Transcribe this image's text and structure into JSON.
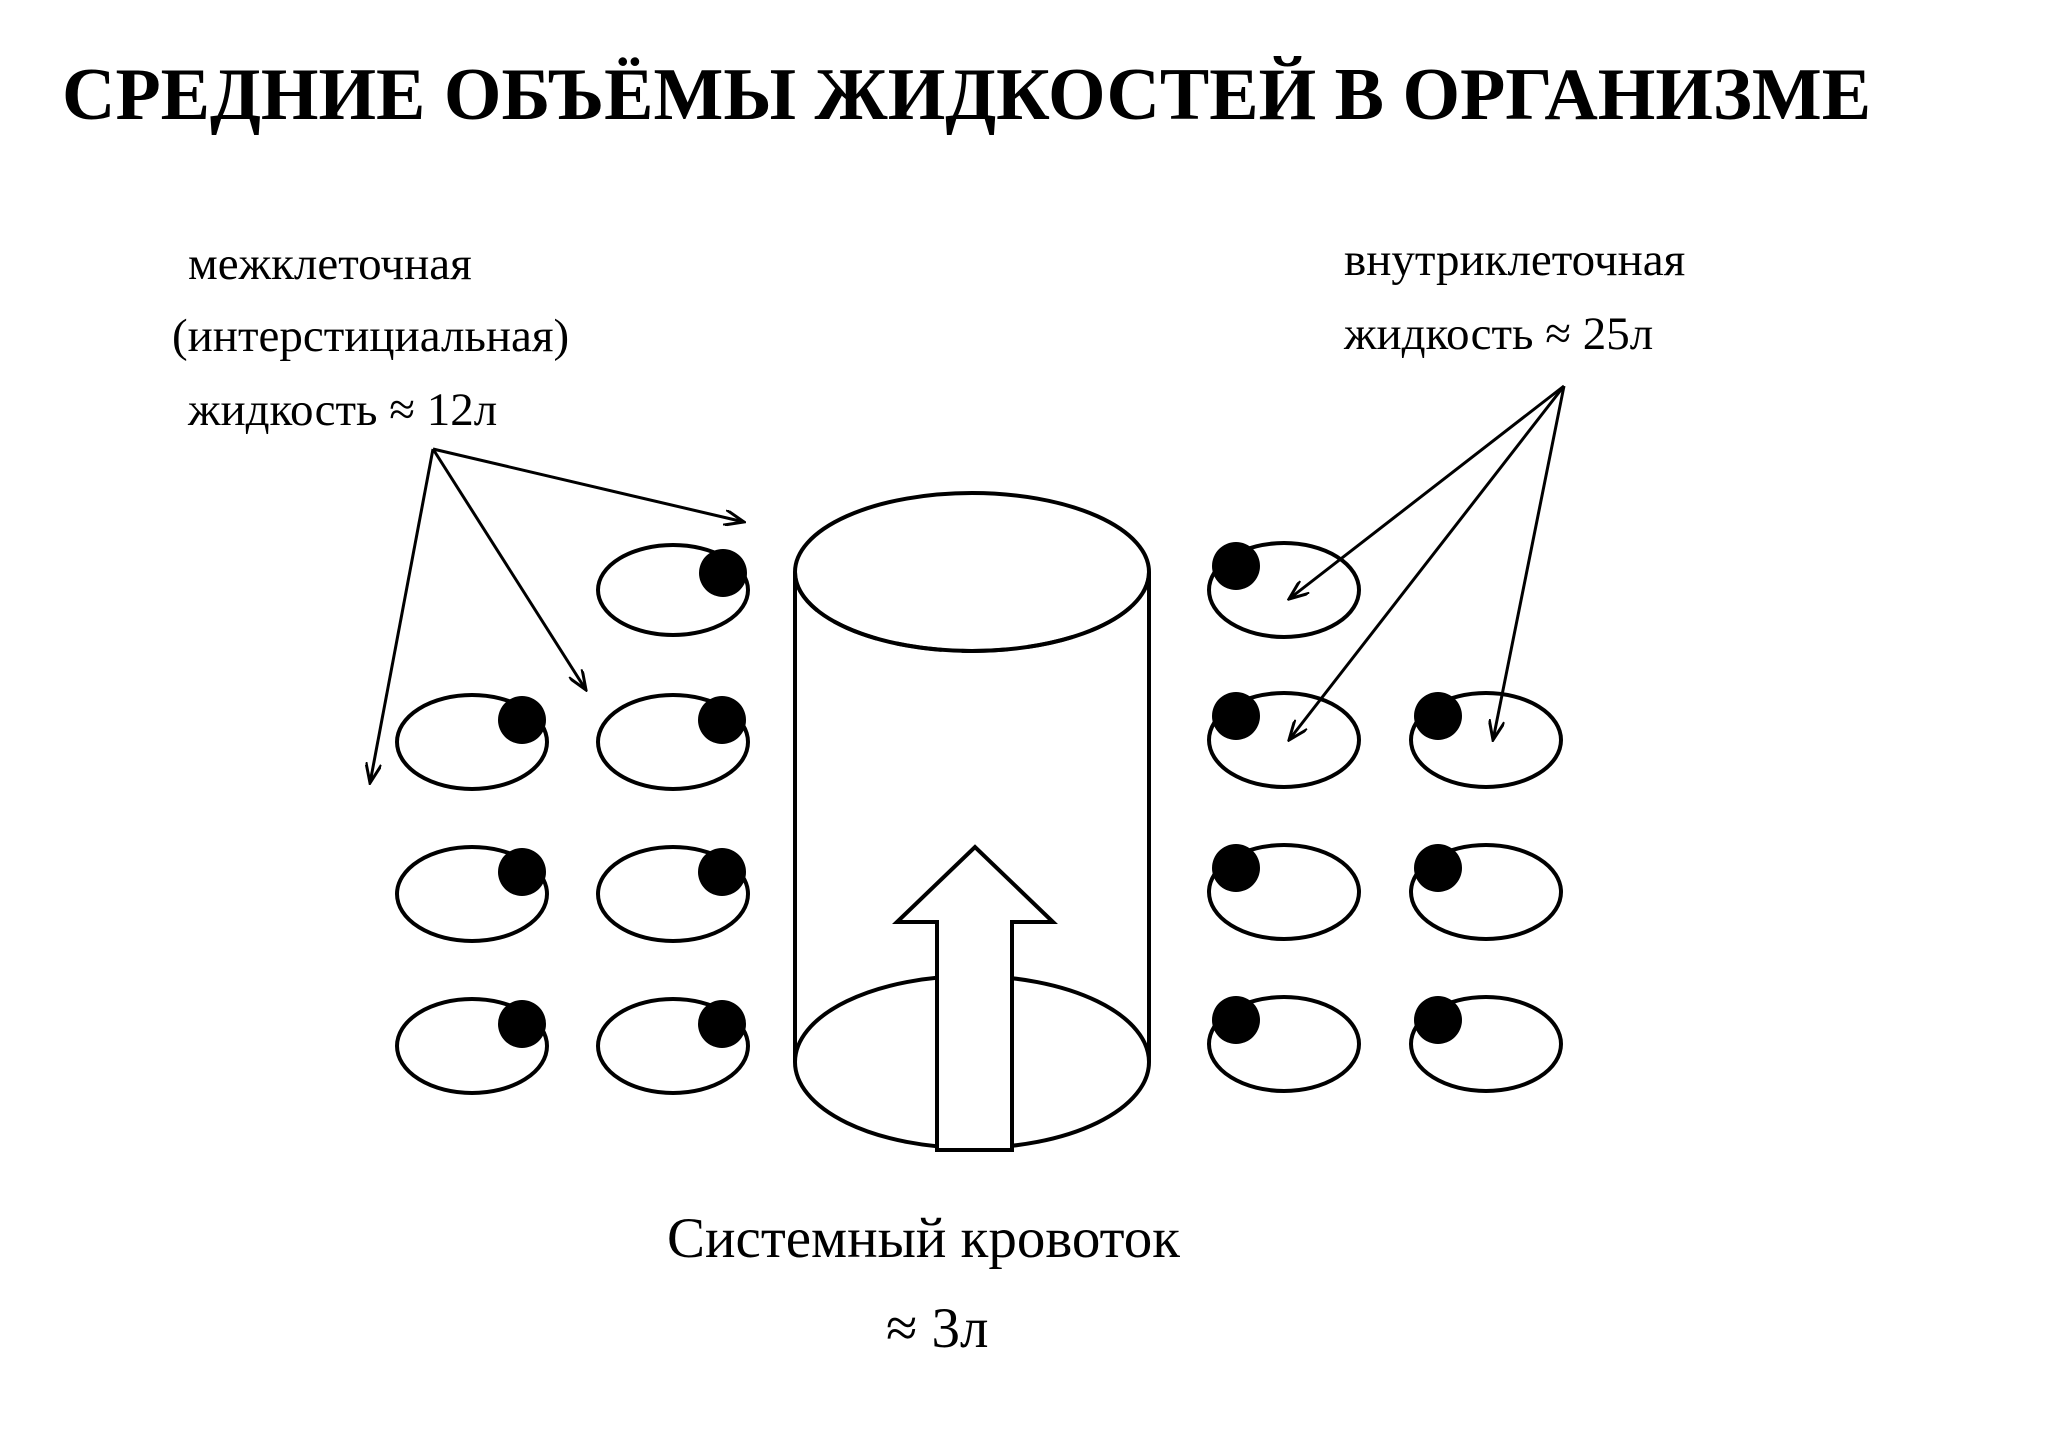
{
  "title": "СРЕДНИЕ ОБЪЁМЫ ЖИДКОСТЕЙ В ОРГАНИЗМЕ",
  "interstitial": {
    "line1": "межклеточная",
    "line2": "(интерстициальная)",
    "line3": "жидкость ≈ 12л"
  },
  "intracellular": {
    "line1": "внутриклеточная",
    "line2": "жидкость ≈ 25л"
  },
  "systemic": {
    "line1": "Системный кровоток",
    "line2": "≈ 3л"
  }
}
